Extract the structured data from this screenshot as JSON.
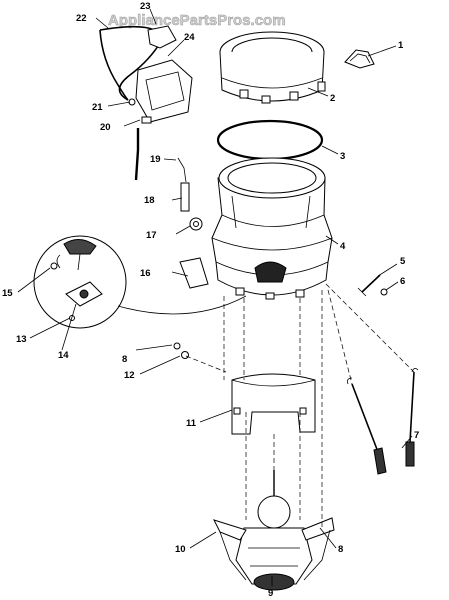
{
  "watermark": "AppliancePartsPros.com",
  "callouts": [
    "1",
    "2",
    "3",
    "4",
    "5",
    "6",
    "7",
    "8",
    "9",
    "10",
    "11",
    "12",
    "13",
    "14",
    "15",
    "16",
    "17",
    "18",
    "19",
    "20",
    "21",
    "22",
    "23",
    "24"
  ]
}
